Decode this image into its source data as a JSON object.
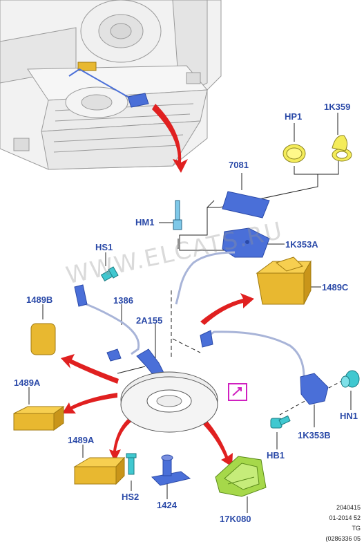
{
  "labels": {
    "hp1": "HP1",
    "k359": "1K359",
    "n7081": "7081",
    "hm1": "HM1",
    "k353a": "1K353A",
    "hs1": "HS1",
    "n1489c": "1489C",
    "n1489b": "1489B",
    "n1386": "1386",
    "a155": "2A155",
    "n1489a_left": "1489A",
    "n1489a_bottom": "1489A",
    "hs2": "HS2",
    "n1424": "1424",
    "k080": "17K080",
    "k353b": "1K353B",
    "hn1": "HN1",
    "hb1": "HB1"
  },
  "footer": {
    "line1": "2040415",
    "line2": "01-2014 52",
    "line3": "TG",
    "line4": "(0286336 05"
  },
  "watermark": "WWW.ELCATS.RU",
  "colors": {
    "label": "#2b4aa8",
    "part_blue": "#4a6fd8",
    "part_yellow": "#e8b830",
    "part_green": "#a6d84a",
    "arrow_red": "#e02020",
    "magenta_frame": "#d020c0"
  }
}
